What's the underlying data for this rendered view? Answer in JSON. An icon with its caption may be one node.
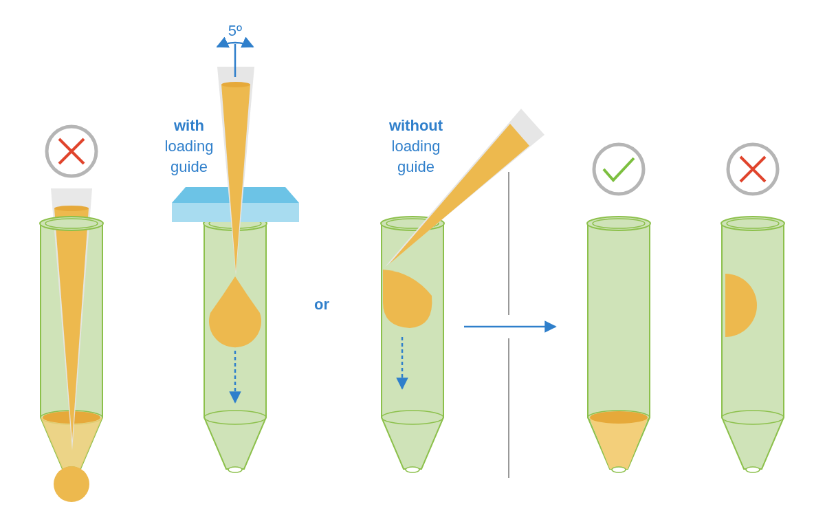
{
  "diagram": {
    "labels": [
      "5º",
      "**with** loading guide",
      "**without** loading guide",
      "or"
    ]
  }
}
